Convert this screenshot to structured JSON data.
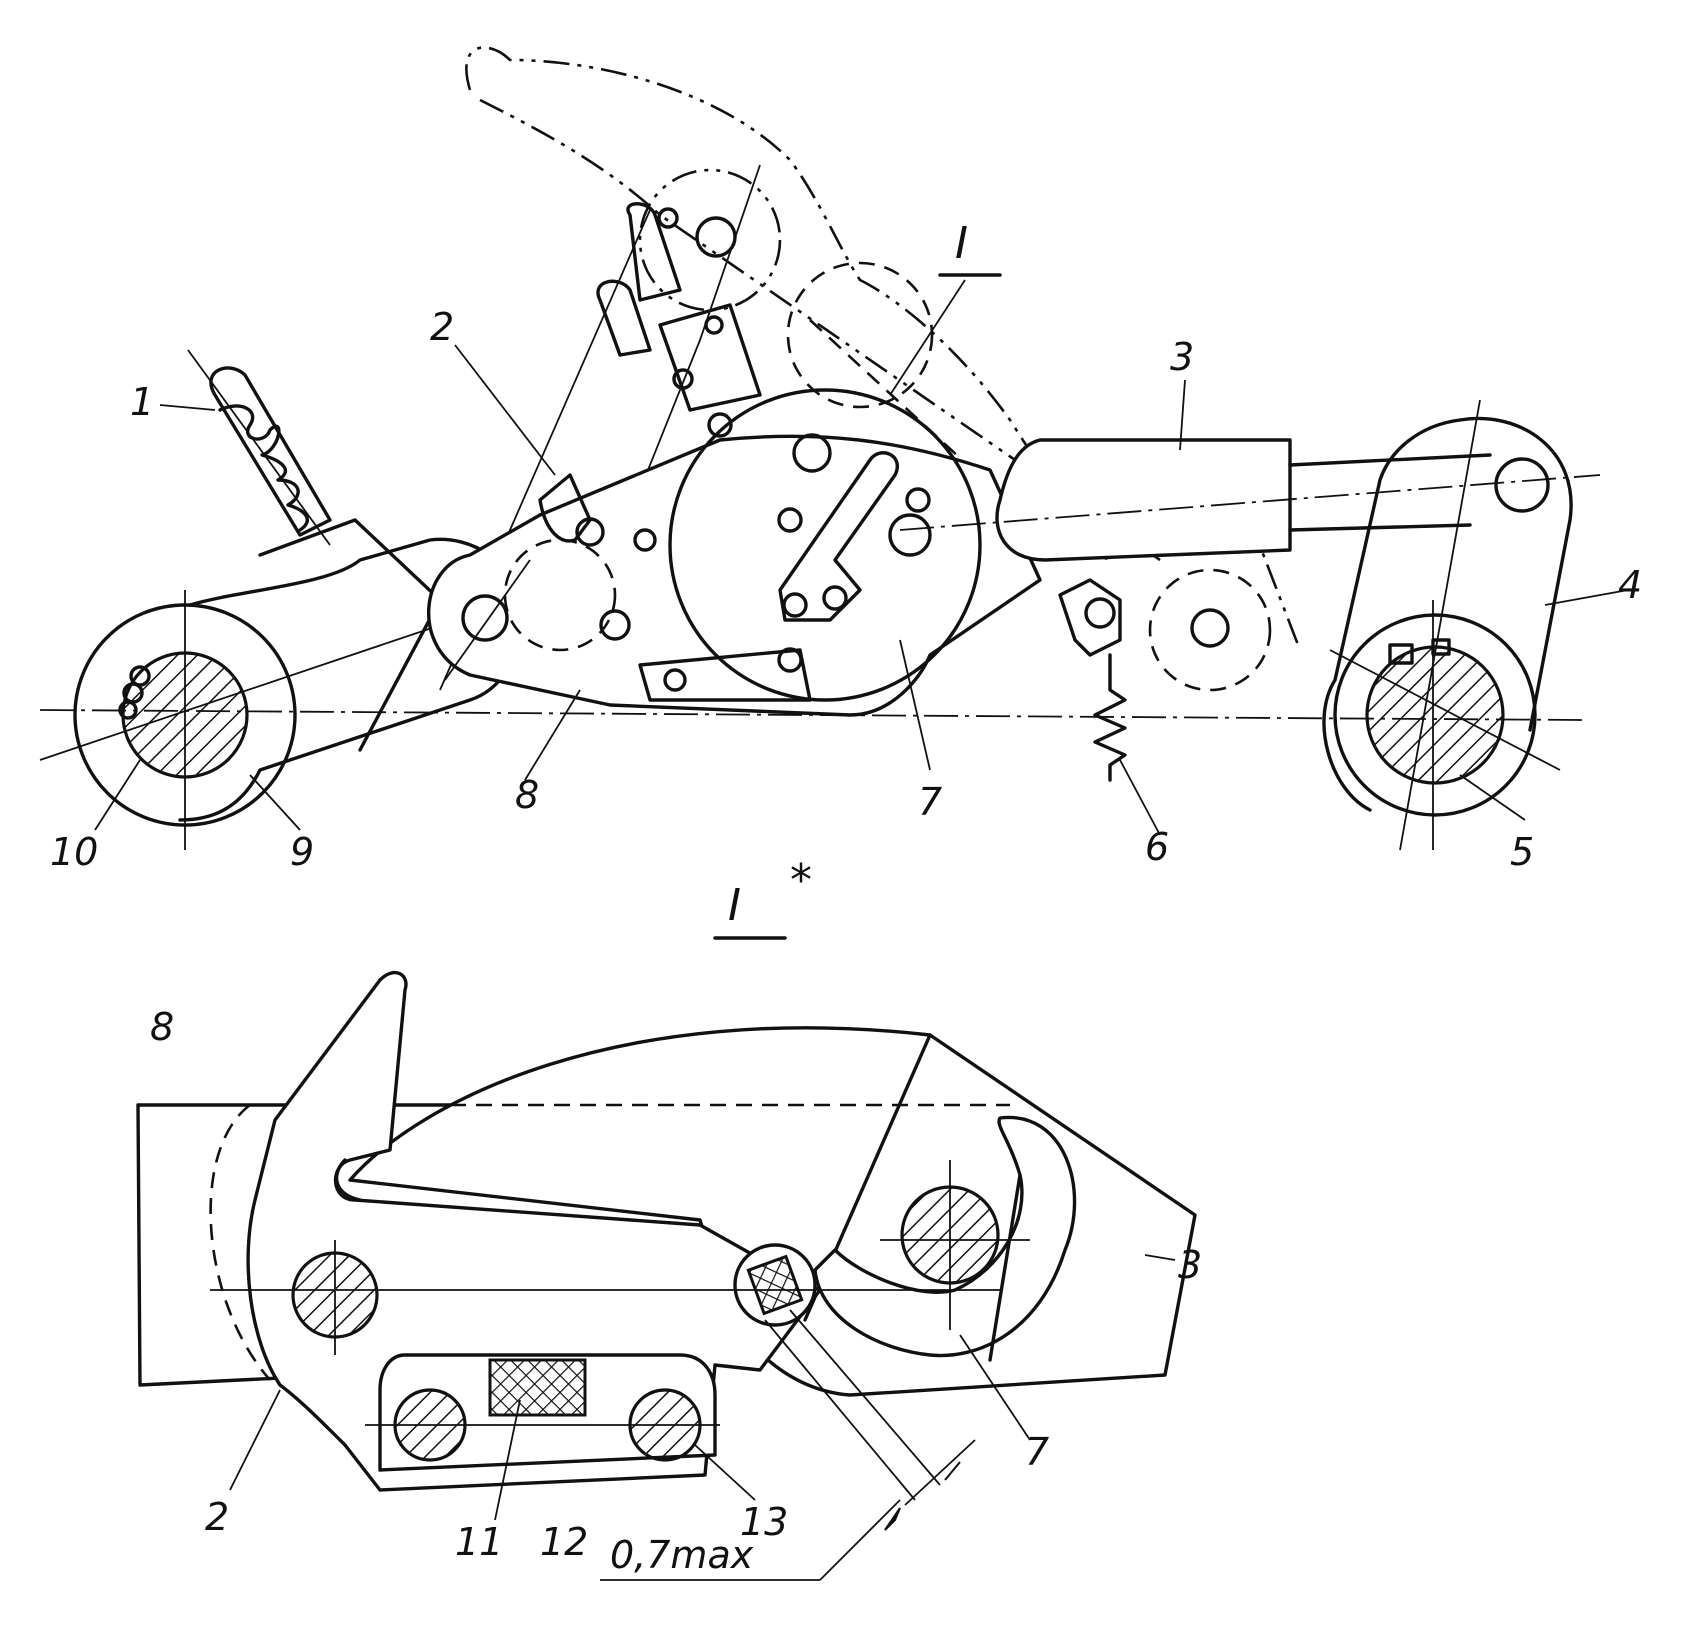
{
  "figure": {
    "main_view_labels": [
      "1",
      "2",
      "3",
      "4",
      "5",
      "6",
      "7",
      "8",
      "9",
      "10"
    ],
    "section_mark": "I",
    "detail_title": "I",
    "detail_title_mark": "*",
    "detail_labels": [
      "8",
      "3",
      "7",
      "2",
      "11",
      "12",
      "13"
    ],
    "dimension_note": "0,7max"
  }
}
